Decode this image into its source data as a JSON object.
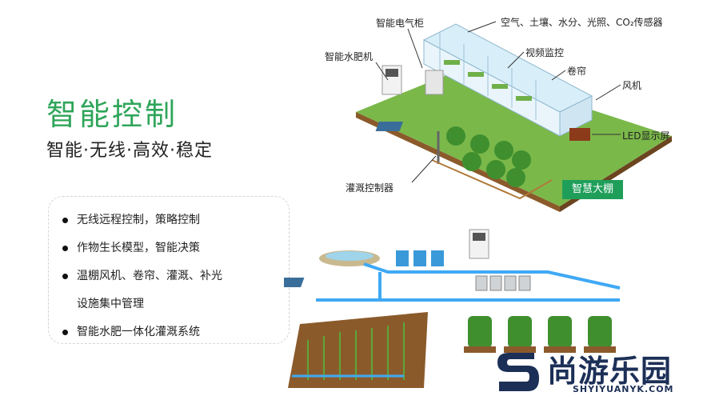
{
  "heading": {
    "title": "智能控制",
    "subtitle": "智能·无线·高效·稳定"
  },
  "bullets": [
    "无线远程控制，策略控制",
    "作物生长模型，智能决策",
    "温棚风机、卷帘、灌溉、补光",
    "设施集中管理",
    "智能水肥一体化灌溉系统"
  ],
  "greenhouse": {
    "labels": {
      "cabinet": "智能电气柜",
      "sensors": "空气、土壤、水分、光照、CO₂传感器",
      "fertilizer": "智能水肥机",
      "video": "视频监控",
      "curtain": "卷帘",
      "fan": "风机",
      "led": "LED显示屏",
      "irrigation": "灌溉控制器"
    },
    "badge": "智慧大棚"
  },
  "watermark": {
    "name": "尚游乐园",
    "url": "SHYIYUANYK.COM"
  },
  "colors": {
    "accent": "#2fa55a",
    "badge": "#1f9e5a",
    "brand": "#1c2f57",
    "pipe": "#3fa9f5"
  }
}
